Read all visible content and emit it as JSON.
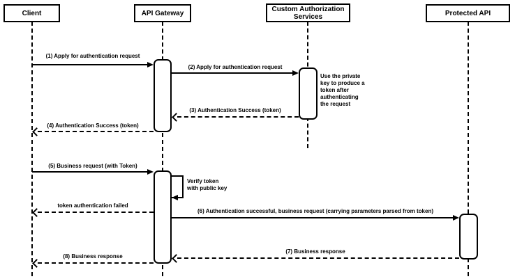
{
  "diagram_type": "uml-sequence-diagram",
  "participants": {
    "client": "Client",
    "api_gateway": "API Gateway",
    "custom_auth": "Custom Authorization\nServices",
    "protected_api": "Protected API"
  },
  "messages": {
    "m1": "(1) Apply for authentication request",
    "m2": "(2) Apply for authentication request",
    "m3": "(3) Authentication Success (token)",
    "m4": "(4) Authentication Success (token)",
    "m5": "(5) Business request (with Token)",
    "self_loop": "Verify token\nwith public key",
    "auth_failed": "token authentication failed",
    "m6": "(6) Authentication successful, business request (carrying parameters parsed from token)",
    "m7": "(7) Business response",
    "m8": "(8) Business response"
  },
  "note": "Use the private\nkey to produce a\ntoken after\nauthenticating\nthe request",
  "colors": {
    "line": "#000000",
    "fill": "#ffffff"
  }
}
